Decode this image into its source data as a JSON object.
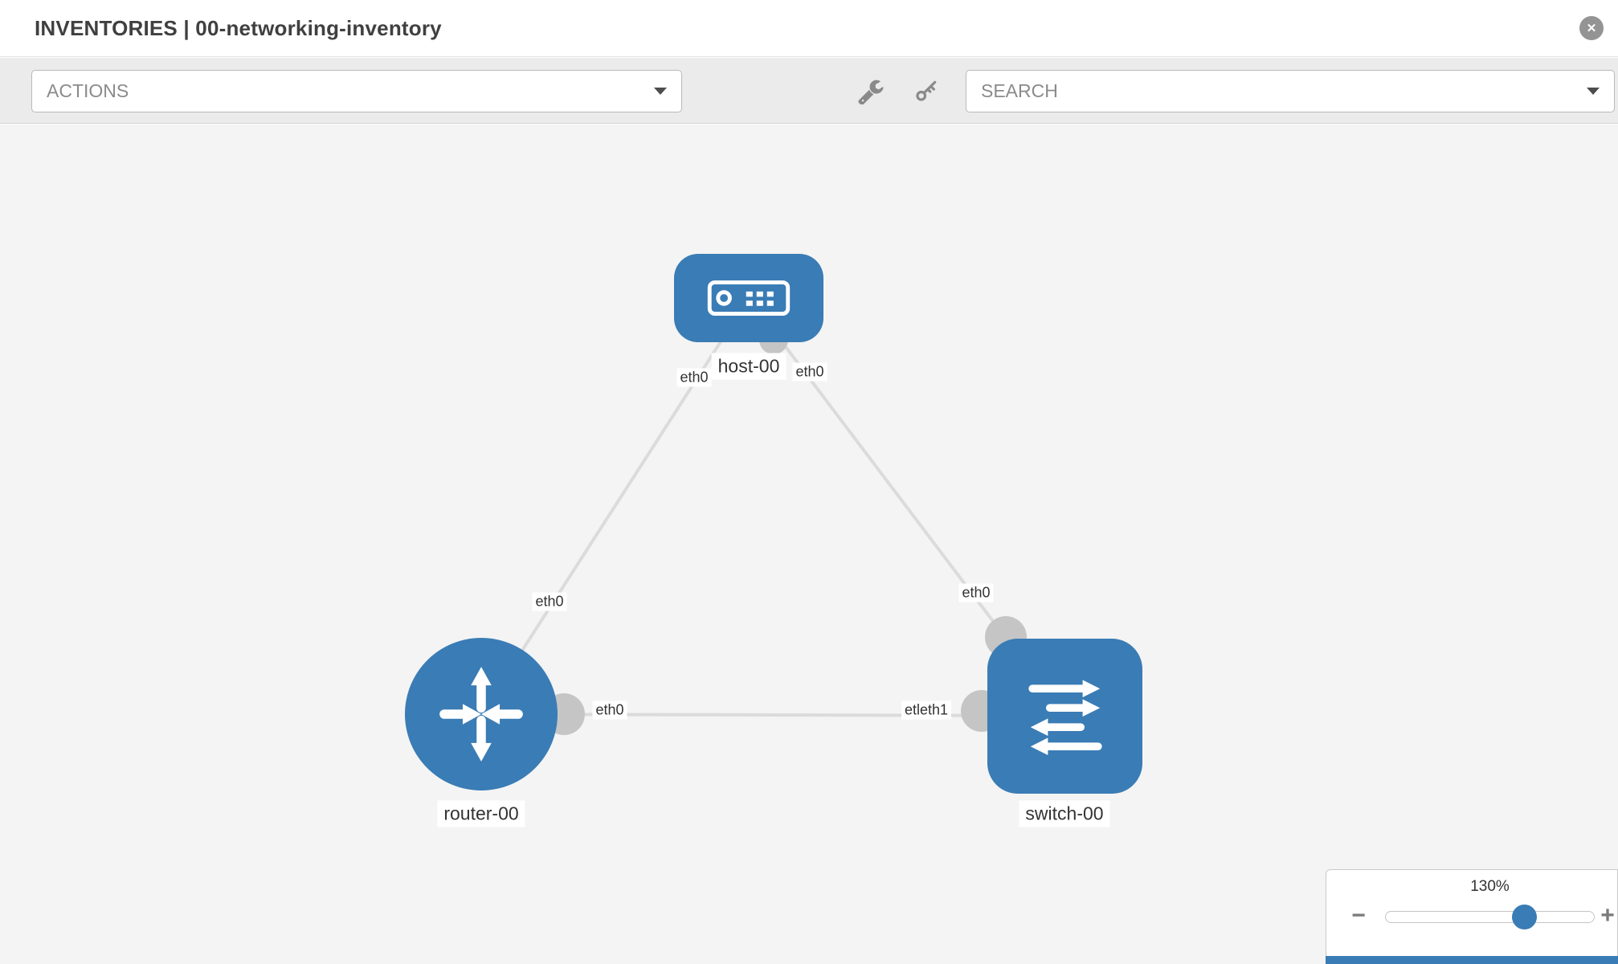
{
  "header": {
    "title": "INVENTORIES | 00-networking-inventory"
  },
  "icons": {
    "close_glyph": "✕",
    "toolbar_icons": [
      "wrench-icon",
      "key-icon"
    ],
    "dropdown_icon": "chevron-down-icon"
  },
  "toolbar": {
    "actions_label": "ACTIONS",
    "search_label": "SEARCH"
  },
  "topology": {
    "nodes": [
      {
        "label": "host-00",
        "type": "host"
      },
      {
        "label": "router-00",
        "type": "router"
      },
      {
        "label": "switch-00",
        "type": "switch"
      }
    ],
    "links": [
      {
        "from": "host-00",
        "to": "router-00",
        "from_iface": "eth0",
        "to_iface": "eth0"
      },
      {
        "from": "host-00",
        "to": "switch-00",
        "from_iface": "eth0",
        "to_iface": "eth0"
      },
      {
        "from": "router-00",
        "to": "switch-00",
        "from_iface": "eth0",
        "to_iface": "etleth1"
      }
    ]
  },
  "zoom": {
    "percent_label": "130%",
    "minus_label": "−",
    "plus_label": "+"
  },
  "colors": {
    "node_blue": "#3A7CB5",
    "link_gray": "#DBDBDB",
    "port_gray": "#C5C5C5",
    "canvas_bg": "#F4F4F4",
    "toolbar_bg": "#EBEBEB",
    "border_gray": "#B9B9B9",
    "text_dark": "#404040",
    "text_muted": "#8B8B8B"
  }
}
